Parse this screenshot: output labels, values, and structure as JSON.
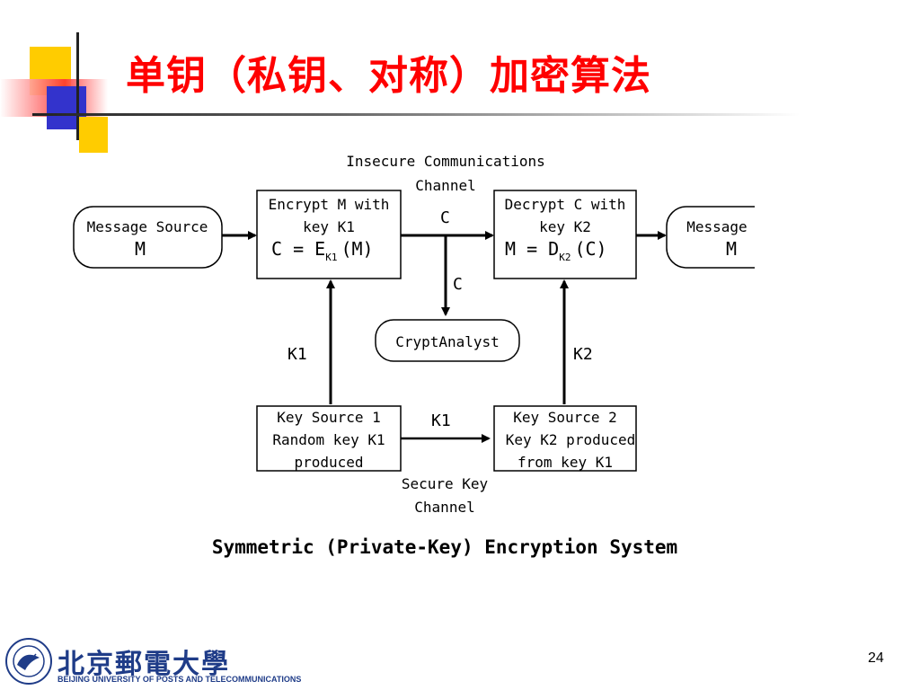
{
  "slide": {
    "title": "单钥（私钥、对称）加密算法",
    "page_number": "24"
  },
  "diagram": {
    "channel_label_line1": "Insecure Communications",
    "channel_label_line2": "Channel",
    "source": {
      "line1": "Message Source",
      "line2": "M"
    },
    "encrypt": {
      "line1": "Encrypt M with",
      "line2": "key K1",
      "formula_main": "C = E",
      "formula_sub": "K1",
      "formula_tail": "(M)"
    },
    "decrypt": {
      "line1": "Decrypt C with",
      "line2": "key K2",
      "formula_main": "M = D",
      "formula_sub": "K2",
      "formula_tail": "(C)"
    },
    "dest": {
      "line1": "Message Dest",
      "line2": "M"
    },
    "c_label_top": "C",
    "c_label_down": "C",
    "analyst": "CryptAnalyst",
    "k1_label": "K1",
    "k2_label": "K2",
    "k1_secure_label": "K1",
    "keysrc1": {
      "line1": "Key Source 1",
      "line2": "Random key K1",
      "line3": "produced"
    },
    "keysrc2": {
      "line1": "Key Source 2",
      "line2": "Key K2 produced",
      "line3": "from key K1"
    },
    "secure_label_line1": "Secure Key",
    "secure_label_line2": "Channel",
    "caption": "Symmetric (Private-Key) Encryption System"
  },
  "footer": {
    "university_cn": "北京郵電大學",
    "university_en": "BEIJING UNIVERSITY OF POSTS AND TELECOMMUNICATIONS"
  },
  "colors": {
    "title": "#ff0000",
    "accent_yellow": "#ffcc00",
    "accent_blue": "#3333cc",
    "logo_blue": "#1f3c88"
  }
}
